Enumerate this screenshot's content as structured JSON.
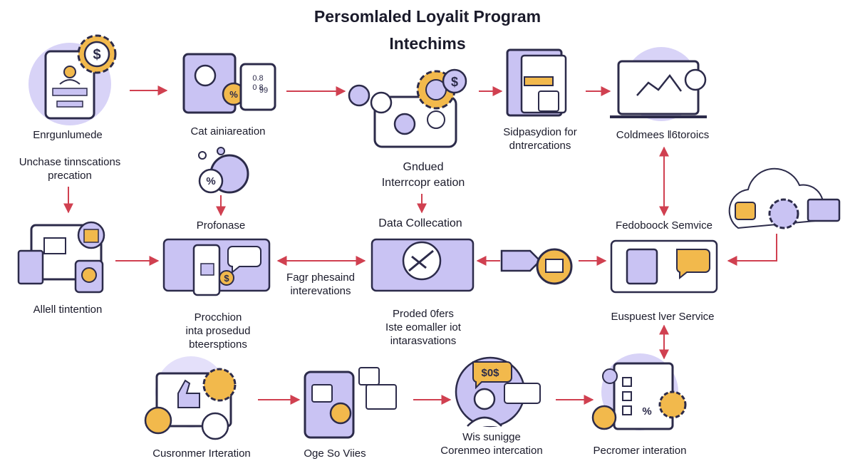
{
  "title": "Persomlaled Loyalit Program",
  "subtitle": "Intechims",
  "labels": {
    "engagement": "Enrgunlumede",
    "purchase": [
      "Unchase tinnscations",
      "precation"
    ],
    "categorization": "Cat ainiareation",
    "guided": [
      "Gndued",
      "Interrcopr eation"
    ],
    "sidepass": [
      "Sidpasydion for",
      "dntrercations"
    ],
    "coldmees": "Coldmees ‖6toroics",
    "profonase": "Profonase",
    "data_collection": "Data Collecation",
    "feedback": "Fedoboock Semvice",
    "alert": "Allell tintention",
    "fagr": [
      "Fagr phesaind",
      "interevations"
    ],
    "production": [
      "Procchion",
      "inta prosedud",
      "bteersptions"
    ],
    "proded": [
      "Proded 0fers",
      "Iste eomaller iot",
      "intarasvations"
    ],
    "eusp": "Euspuest lver Service",
    "cust_iter": "Cusronmer Irteration",
    "oge": "Oge So Viies",
    "wis": [
      "Wis sunigge",
      "Corenmeo intercation"
    ],
    "pecromer": "Pecromer interation"
  },
  "badges": {
    "dollar": "$",
    "percent": "%",
    "sos": "$0$",
    "small_numbers": [
      "0.8",
      "0 8",
      "99"
    ]
  },
  "colors": {
    "lavender": "#c9c3f3",
    "lavender_fill": "#b9b2ee",
    "light_lavender": "#e4e0fa",
    "gold": "#f2b94c",
    "outline": "#2c2b4a",
    "arrow": "#d04050"
  },
  "icons": [
    "tablet-icon",
    "gear-icon",
    "person-icon",
    "document-icon",
    "chart-icon",
    "laptop-icon",
    "cloud-icon",
    "lock-icon",
    "cart-icon",
    "thumbs-up-icon",
    "badge-icon",
    "speech-bubble-icon",
    "handshake-icon",
    "checklist-icon"
  ]
}
